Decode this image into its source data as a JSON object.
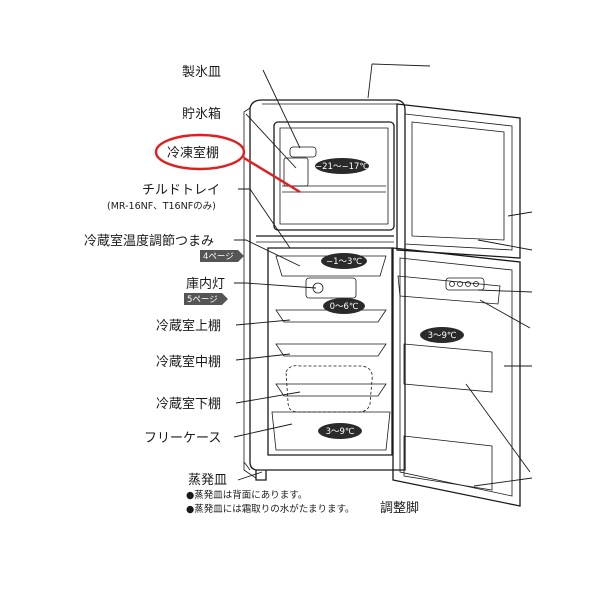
{
  "labels": {
    "ice_tray": "製氷皿",
    "ice_box": "貯氷箱",
    "freezer_shelf": "冷凍室棚",
    "chilled_tray": "チルドトレイ",
    "chilled_tray_note": "(MR-16NF、T16NFのみ)",
    "temp_knob": "冷蔵室温度調節つまみ",
    "temp_knob_ref": "4ページ",
    "interior_light": "庫内灯",
    "interior_light_ref": "5ページ",
    "upper_shelf": "冷蔵室上棚",
    "middle_shelf": "冷蔵室中棚",
    "lower_shelf": "冷蔵室下棚",
    "free_case": "フリーケース",
    "evap_tray": "蒸発皿",
    "adjust_leg": "調整脚"
  },
  "notes": [
    "●蒸発皿は背面にあります。",
    "●蒸発皿には霜取りの水がたまります。"
  ],
  "temps": {
    "freezer": "−21〜−17℃",
    "chilled": "−1〜3℃",
    "upper": "0〜6℃",
    "bottom": "3〜9℃",
    "door": "3〜9℃"
  },
  "colors": {
    "highlight": "#e02020",
    "line": "#1a1a1a",
    "badge": "#555555",
    "temp_bubble": "#2a2a2a"
  }
}
